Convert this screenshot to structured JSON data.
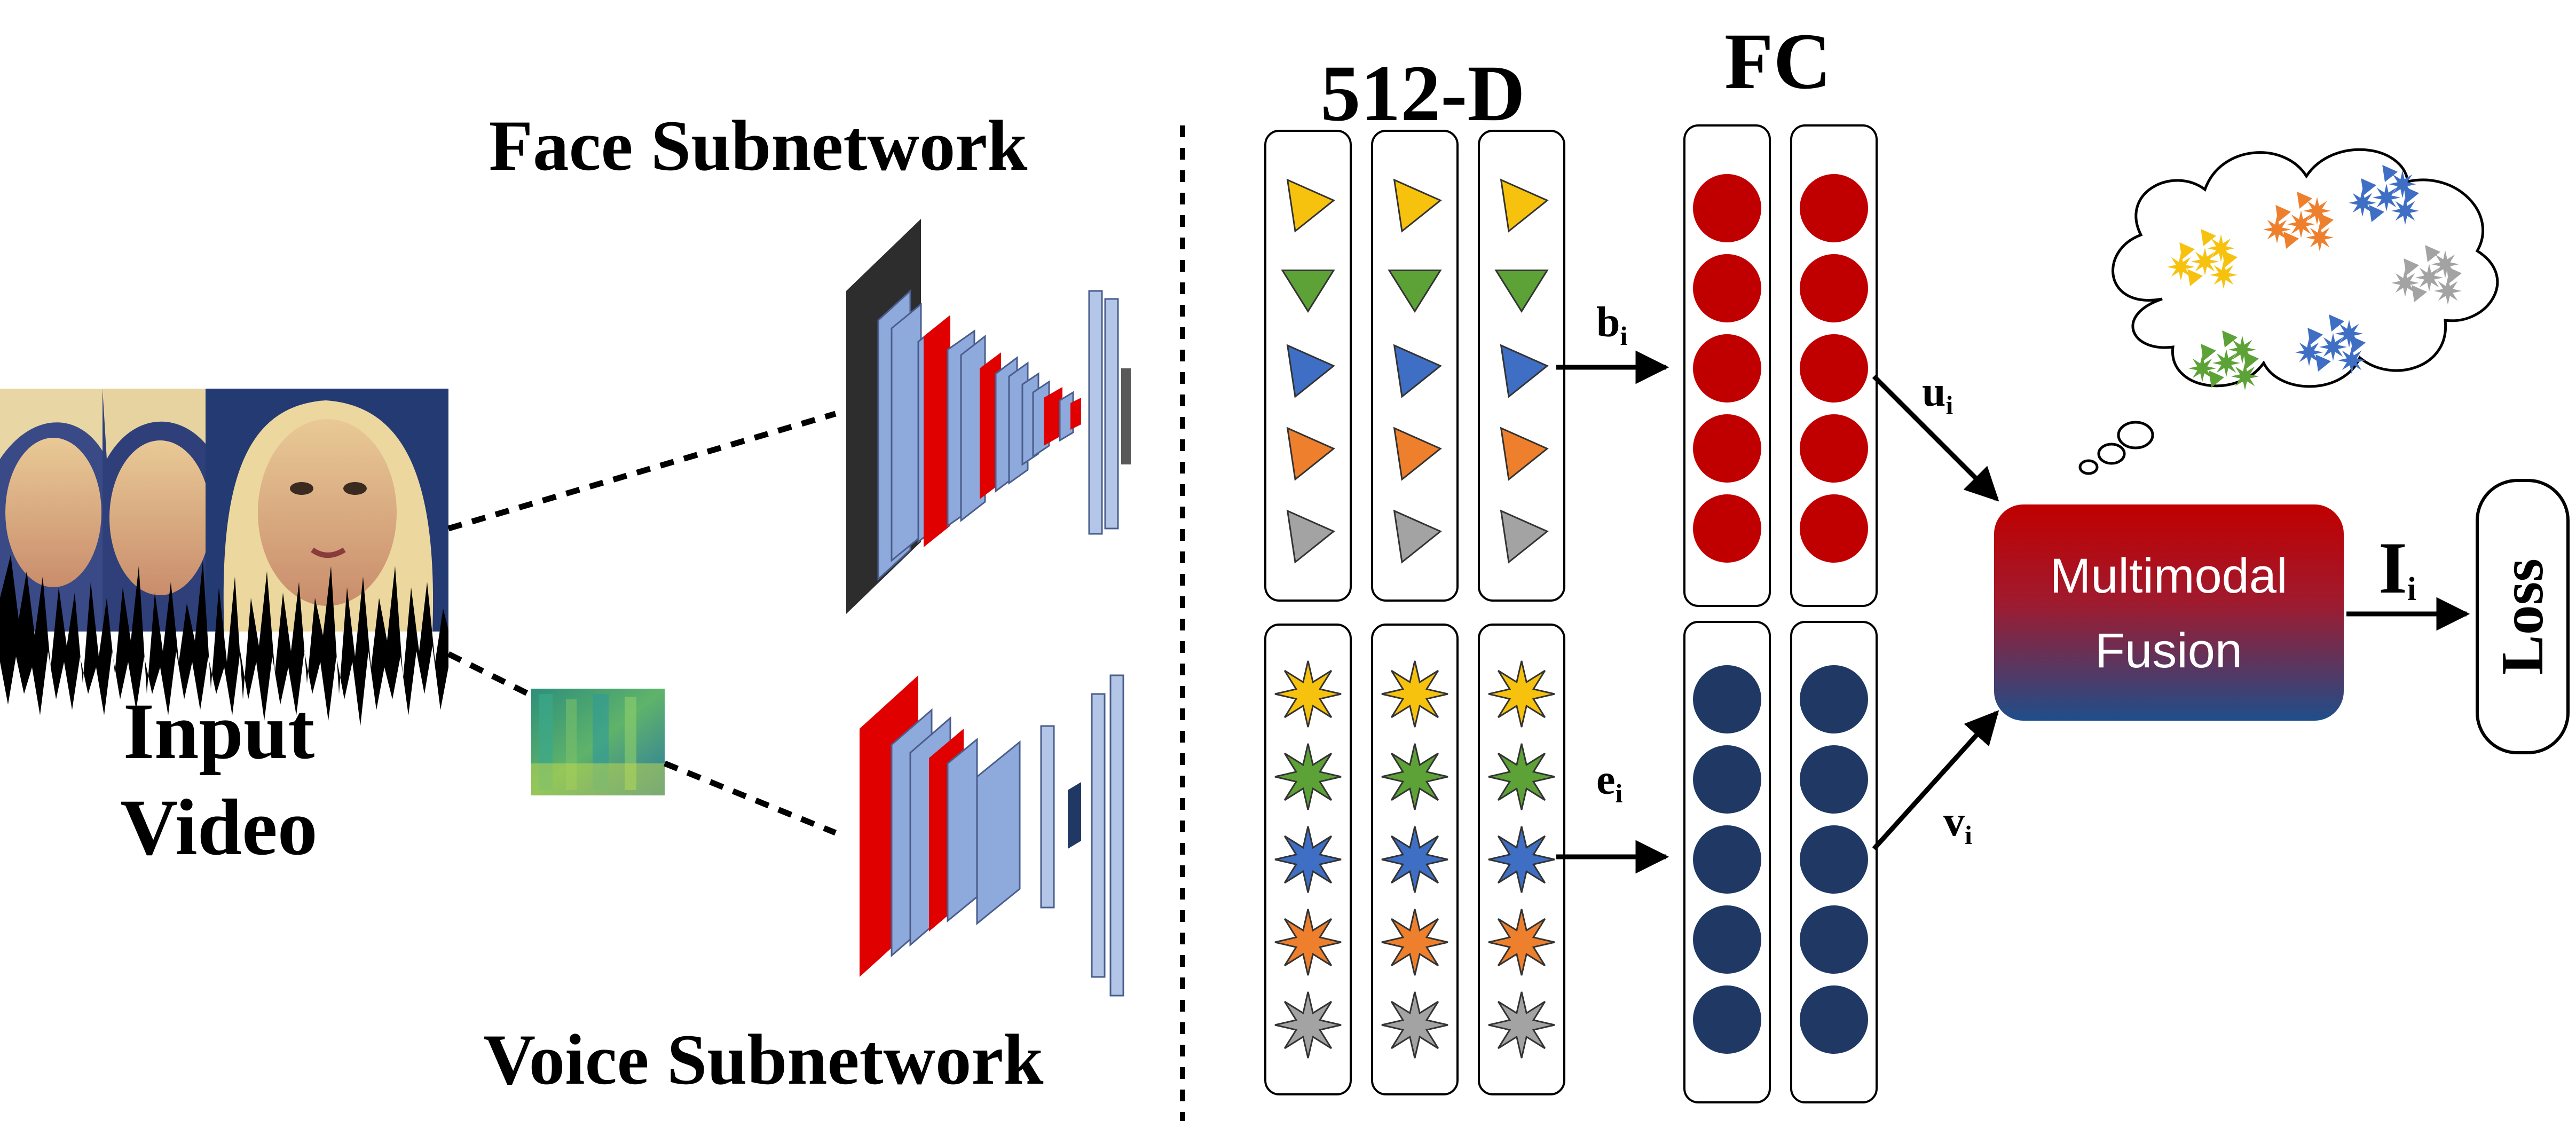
{
  "labels": {
    "face_subnetwork": "Face Subnetwork",
    "voice_subnetwork": "Voice Subnetwork",
    "input_video_line1": "Input",
    "input_video_line2": "Video",
    "dim_512": "512-D",
    "fc": "FC",
    "b": "b",
    "b_sub": "i",
    "e": "e",
    "e_sub": "i",
    "u": "u",
    "u_sub": "i",
    "v": "v",
    "v_sub": "i",
    "fusion_line1": "Multimodal",
    "fusion_line2": "Fusion",
    "I": "I",
    "I_sub": "i",
    "loss": "Loss"
  },
  "colors": {
    "yellow": "#f6c20e",
    "green": "#5da237",
    "blue": "#3e6fc4",
    "orange": "#ee7f2c",
    "gray": "#a3a3a3",
    "face_node": "#c00000",
    "voice_node": "#203864",
    "layer_blue": "#8ea9db",
    "layer_red": "#e00000",
    "layer_dark": "#2d2d2d",
    "fusion_top": "#c00000",
    "fusion_bottom": "#1f4e8a"
  },
  "feature_colors_order": [
    "yellow",
    "green",
    "blue",
    "orange",
    "gray"
  ]
}
